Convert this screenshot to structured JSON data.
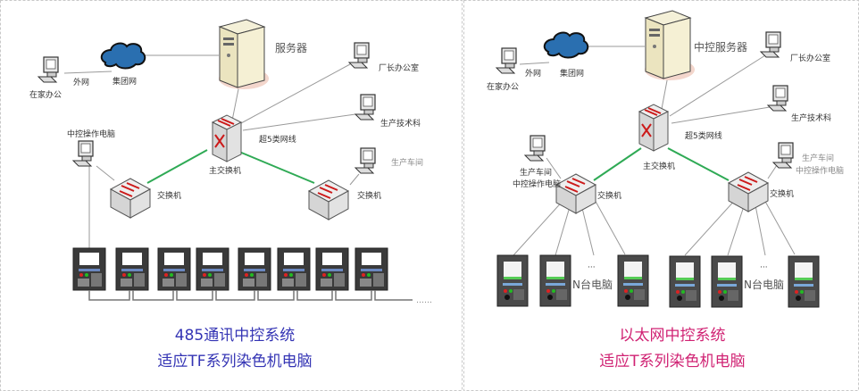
{
  "left_panel": {
    "server_label": "服务器",
    "cloud_label": "集团网",
    "external_label": "外网",
    "home_label": "在家办公",
    "director_label": "厂长办公室",
    "tech_label": "生产技术科",
    "cable_label": "超5类网线",
    "main_switch_label": "主交换机",
    "control_pc_label": "中控操作电脑",
    "switch_label": "交换机",
    "workshop_label": "生产车间",
    "bus_ellipsis": "……",
    "caption_line1": "485通讯中控系统",
    "caption_line2": "适应TF系列染色机电脑",
    "caption_color": "#3434b4"
  },
  "right_panel": {
    "server_label": "中控服务器",
    "cloud_label": "集团网",
    "external_label": "外网",
    "home_label": "在家办公",
    "director_label": "厂长办公室",
    "tech_label": "生产技术科",
    "cable_label": "超5类网线",
    "main_switch_label": "主交换机",
    "workshop_pc_label_1": "生产车间",
    "workshop_pc_label_2": "中控操作电脑",
    "switch_label": "交换机",
    "ellipsis": "···",
    "n_machines_label": "N台电脑",
    "caption_line1": "以太网中控系统",
    "caption_line2": "适应T系列染色机电脑",
    "caption_color": "#d02273"
  },
  "colors": {
    "link_green": "#2faa55",
    "border_dashed": "#c8c8c8"
  }
}
